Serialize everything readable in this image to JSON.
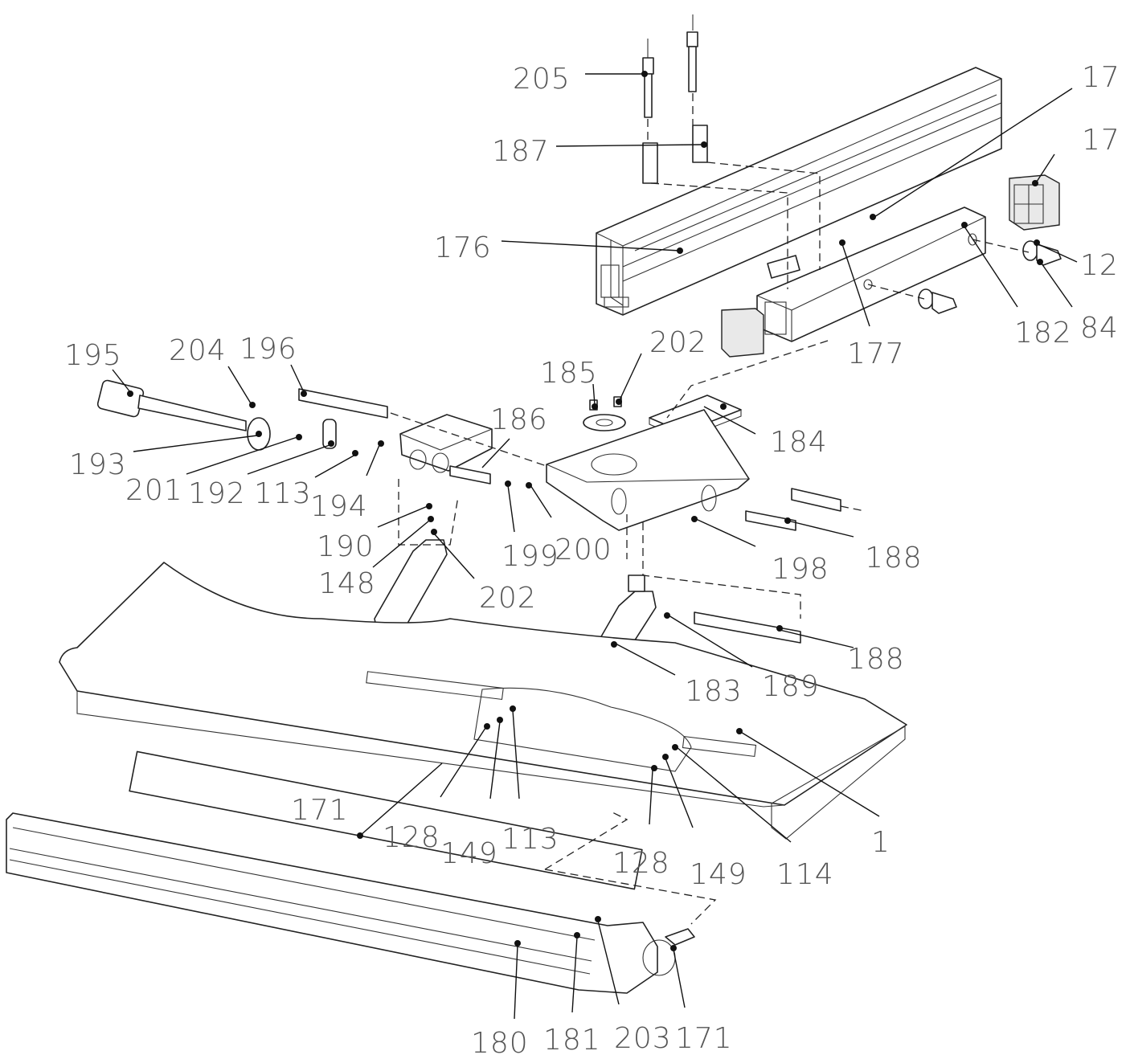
{
  "callouts": [
    {
      "id": "c205a",
      "label": "205"
    },
    {
      "id": "c187",
      "label": "187"
    },
    {
      "id": "c17a",
      "label": "17"
    },
    {
      "id": "c17b",
      "label": "17"
    },
    {
      "id": "c176",
      "label": "176"
    },
    {
      "id": "c12",
      "label": "12"
    },
    {
      "id": "c84",
      "label": "84"
    },
    {
      "id": "c182",
      "label": "182"
    },
    {
      "id": "c177",
      "label": "177"
    },
    {
      "id": "c202a",
      "label": "202"
    },
    {
      "id": "c195",
      "label": "195"
    },
    {
      "id": "c204",
      "label": "204"
    },
    {
      "id": "c196",
      "label": "196"
    },
    {
      "id": "c185",
      "label": "185"
    },
    {
      "id": "c186",
      "label": "186"
    },
    {
      "id": "c184",
      "label": "184"
    },
    {
      "id": "c193",
      "label": "193"
    },
    {
      "id": "c201",
      "label": "201"
    },
    {
      "id": "c192",
      "label": "192"
    },
    {
      "id": "c113a",
      "label": "113"
    },
    {
      "id": "c194",
      "label": "194"
    },
    {
      "id": "c190",
      "label": "190"
    },
    {
      "id": "c148",
      "label": "148"
    },
    {
      "id": "c202b",
      "label": "202"
    },
    {
      "id": "c199",
      "label": "199"
    },
    {
      "id": "c200",
      "label": "200"
    },
    {
      "id": "c198",
      "label": "198"
    },
    {
      "id": "c188a",
      "label": "188"
    },
    {
      "id": "c188b",
      "label": "188"
    },
    {
      "id": "c183",
      "label": "183"
    },
    {
      "id": "c189",
      "label": "189"
    },
    {
      "id": "c171a",
      "label": "171"
    },
    {
      "id": "c128a",
      "label": "128"
    },
    {
      "id": "c149a",
      "label": "149"
    },
    {
      "id": "c113b",
      "label": "113"
    },
    {
      "id": "c128b",
      "label": "128"
    },
    {
      "id": "c149b",
      "label": "149"
    },
    {
      "id": "c114",
      "label": "114"
    },
    {
      "id": "c1",
      "label": "1"
    },
    {
      "id": "c180",
      "label": "180"
    },
    {
      "id": "c181",
      "label": "181"
    },
    {
      "id": "c203",
      "label": "203"
    },
    {
      "id": "c171b",
      "label": "171"
    }
  ]
}
